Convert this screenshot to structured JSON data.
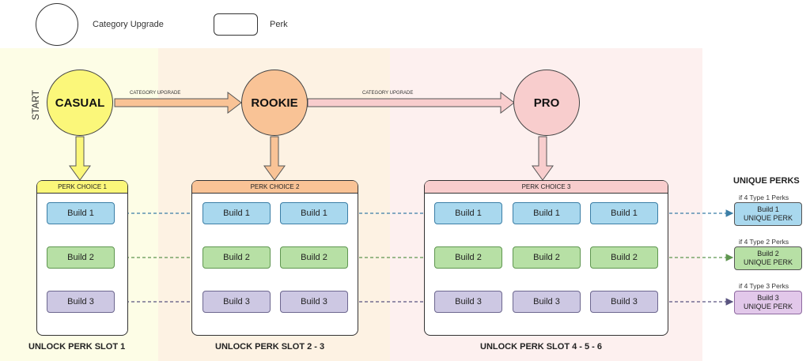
{
  "legend": {
    "category_upgrade": "Category Upgrade",
    "perk": "Perk"
  },
  "colors": {
    "zone_casual": "#fdfde6",
    "zone_rookie": "#fdf2e3",
    "zone_pro": "#fdf0ef",
    "casual": "#fbf77a",
    "rookie": "#f9c396",
    "pro": "#f8cdcd",
    "build1": "#a9d8ee",
    "build2": "#b7e0a5",
    "build3": "#cdc8e3"
  },
  "start_label": "START",
  "categories": {
    "casual": "CASUAL",
    "rookie": "ROOKIE",
    "pro": "PRO"
  },
  "upgrade_labels": [
    "CATEGORY UPGRADE",
    "CATEGORY UPGRADE"
  ],
  "panels": {
    "p1": "PERK CHOICE 1",
    "p2": "PERK CHOICE 2",
    "p3": "PERK CHOICE 3"
  },
  "builds": {
    "b1": "Build 1",
    "b2": "Build 2",
    "b3": "Build 3"
  },
  "slots": {
    "s1": "UNLOCK PERK SLOT 1",
    "s2": "UNLOCK PERK SLOT 2 - 3",
    "s3": "UNLOCK PERK SLOT 4 - 5 - 6"
  },
  "unique": {
    "title": "UNIQUE PERKS",
    "conditions": [
      "if 4 Type 1 Perks",
      "if 4 Type 2 Perks",
      "if 4 Type 3 Perks"
    ],
    "line1": [
      "Build 1",
      "Build 2",
      "Build 3"
    ],
    "line2": "UNIQUE PERK"
  }
}
